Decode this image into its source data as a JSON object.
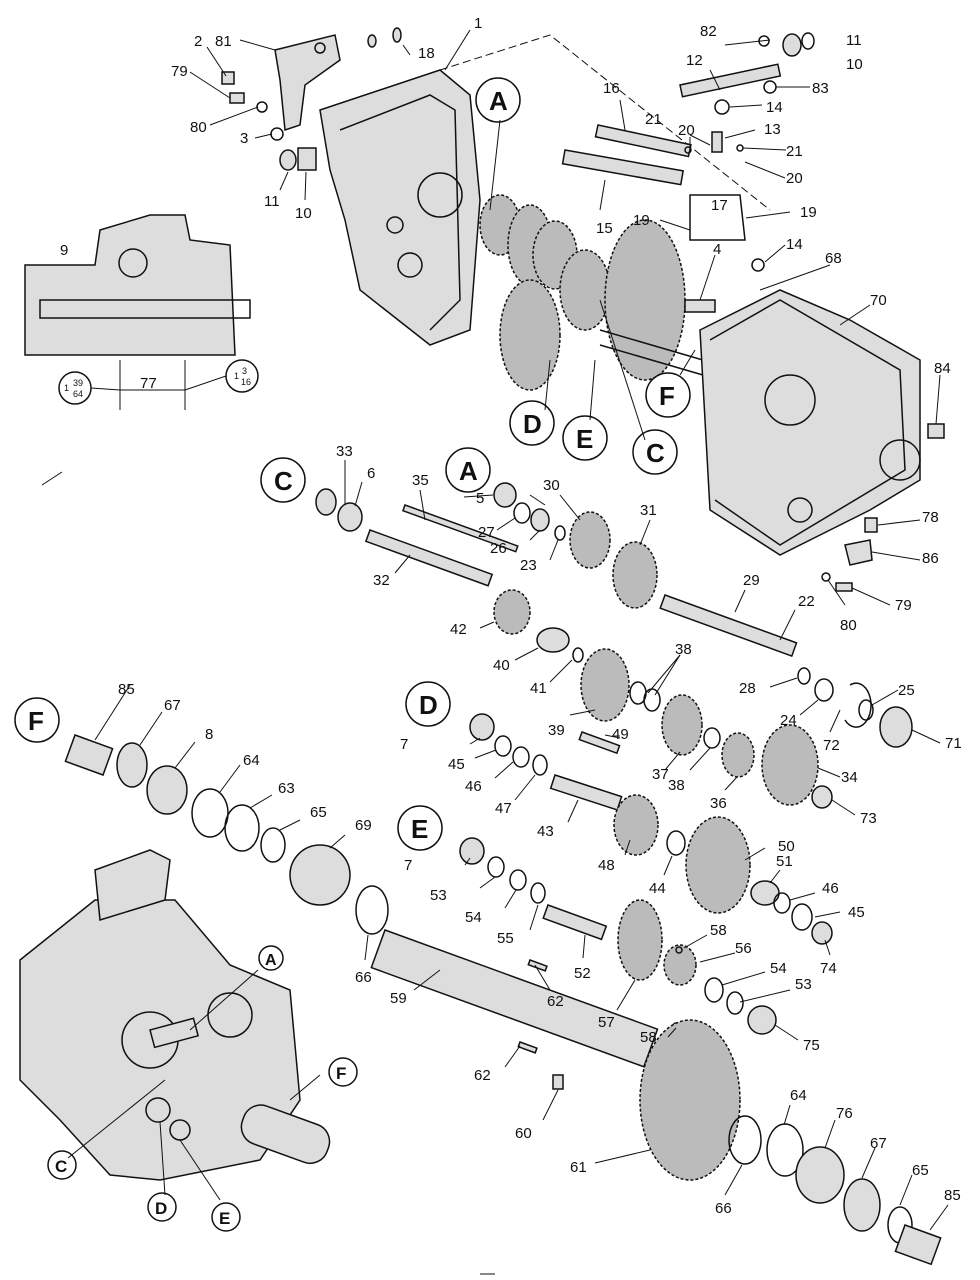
{
  "diagram": {
    "callouts": [
      "A",
      "C",
      "D",
      "E",
      "F"
    ],
    "part_numbers": [
      "1",
      "2",
      "3",
      "4",
      "5",
      "6",
      "7",
      "8",
      "9",
      "10",
      "11",
      "12",
      "13",
      "14",
      "15",
      "16",
      "17",
      "18",
      "19",
      "20",
      "21",
      "22",
      "23",
      "24",
      "25",
      "26",
      "27",
      "28",
      "29",
      "30",
      "31",
      "32",
      "33",
      "34",
      "35",
      "36",
      "37",
      "38",
      "39",
      "40",
      "41",
      "42",
      "43",
      "44",
      "45",
      "46",
      "47",
      "48",
      "49",
      "50",
      "51",
      "52",
      "53",
      "54",
      "55",
      "56",
      "57",
      "58",
      "59",
      "60",
      "61",
      "62",
      "63",
      "64",
      "65",
      "66",
      "67",
      "68",
      "69",
      "70",
      "71",
      "72",
      "73",
      "74",
      "75",
      "76",
      "77",
      "78",
      "79",
      "80",
      "81",
      "82",
      "83",
      "84",
      "85",
      "86"
    ],
    "inset": {
      "part_9": "9",
      "part_77": "77",
      "dim_left_whole": "1",
      "dim_left_frac_num": "39",
      "dim_left_frac_den": "64",
      "dim_right_whole": "1",
      "dim_right_frac_num": "3",
      "dim_right_frac_den": "16"
    },
    "labels": {
      "l1": "1",
      "l2": "2",
      "l3": "3",
      "l4": "4",
      "l5": "5",
      "l6": "6",
      "l7a": "7",
      "l7b": "7",
      "l8": "8",
      "l10a": "10",
      "l10b": "10",
      "l11a": "11",
      "l11b": "11",
      "l12": "12",
      "l13": "13",
      "l14a": "14",
      "l14b": "14",
      "l15": "15",
      "l16": "16",
      "l17": "17",
      "l18": "18",
      "l19a": "19",
      "l19b": "19",
      "l20a": "20",
      "l20b": "20",
      "l21a": "21",
      "l21b": "21",
      "l22": "22",
      "l23": "23",
      "l24": "24",
      "l25": "25",
      "l26": "26",
      "l27": "27",
      "l28": "28",
      "l29": "29",
      "l30": "30",
      "l31": "31",
      "l32": "32",
      "l33": "33",
      "l34": "34",
      "l35": "35",
      "l36": "36",
      "l37": "37",
      "l38a": "38",
      "l38b": "38",
      "l39": "39",
      "l40": "40",
      "l41": "41",
      "l42": "42",
      "l43": "43",
      "l44": "44",
      "l45a": "45",
      "l45b": "45",
      "l46a": "46",
      "l46b": "46",
      "l47": "47",
      "l48": "48",
      "l49": "49",
      "l50": "50",
      "l51": "51",
      "l52": "52",
      "l53a": "53",
      "l53b": "53",
      "l54a": "54",
      "l54b": "54",
      "l55": "55",
      "l56": "56",
      "l57": "57",
      "l58a": "58",
      "l58b": "58",
      "l59": "59",
      "l60": "60",
      "l61": "61",
      "l62a": "62",
      "l62b": "62",
      "l63": "63",
      "l64a": "64",
      "l64b": "64",
      "l65a": "65",
      "l65b": "65",
      "l66a": "66",
      "l66b": "66",
      "l67a": "67",
      "l67b": "67",
      "l68": "68",
      "l69": "69",
      "l70": "70",
      "l71": "71",
      "l72": "72",
      "l73": "73",
      "l74": "74",
      "l75": "75",
      "l76": "76",
      "l78": "78",
      "l79a": "79",
      "l79b": "79",
      "l80a": "80",
      "l80b": "80",
      "l81": "81",
      "l82": "82",
      "l83": "83",
      "l84": "84",
      "l85a": "85",
      "l85b": "85",
      "l86": "86"
    },
    "letters": {
      "A_top": "A",
      "C_top": "C",
      "D_top": "D",
      "E_top": "E",
      "F_top": "F",
      "C_shaft": "C",
      "A_shaft": "A",
      "D_shaft": "D",
      "E_shaft": "E",
      "F_shaft": "F",
      "A_bottom": "A",
      "C_bottom": "C",
      "D_bottom": "D",
      "E_bottom": "E",
      "F_bottom": "F"
    },
    "page_footer": "—"
  }
}
